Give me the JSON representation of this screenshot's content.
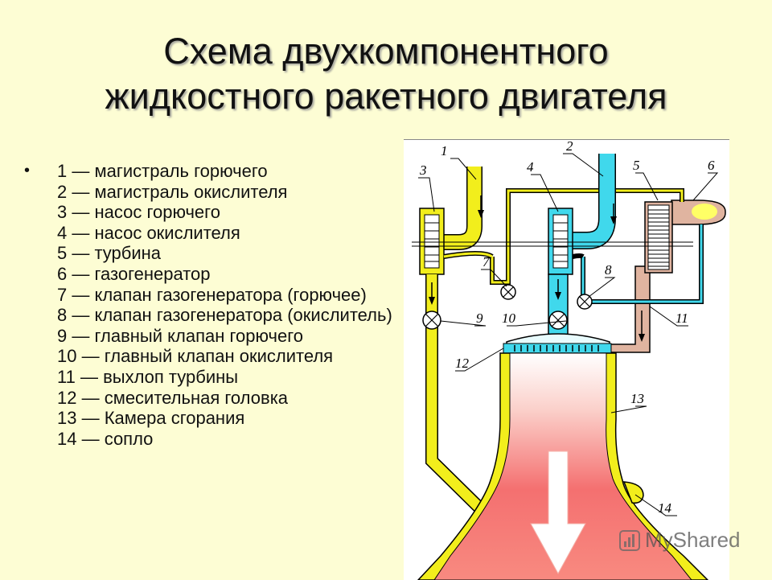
{
  "title": {
    "line1": "Схема двухкомпонентного",
    "line2": "жидкостного ракетного двигателя"
  },
  "legend": {
    "bullet": "•",
    "items": [
      "1 — магистраль горючего",
      "2 — магистраль окислителя",
      "3 — насос горючего",
      "4 — насос окислителя",
      "5 — турбина",
      "6 — газогенератор",
      "7 — клапан газогенератора (горючее)",
      "8 — клапан газогенератора (окислитель)",
      "9 — главный клапан горючего",
      "10 — главный клапан окислителя",
      "11 — выхлоп турбины",
      "12 — смесительная головка",
      "13 — Камера сгорания",
      "14 — сопло"
    ]
  },
  "diagram": {
    "labels": [
      "1",
      "2",
      "3",
      "4",
      "5",
      "6",
      "7",
      "8",
      "9",
      "10",
      "11",
      "12",
      "13",
      "14"
    ],
    "colors": {
      "fuel": "#f2ee1c",
      "oxidizer": "#40d8ec",
      "turbine_gas": "#e0b4a0",
      "flame": "#f47070",
      "flame_light": "#fde6e3",
      "outline": "#000000"
    }
  },
  "watermark": {
    "text": "MyShared",
    "icon": "chart-bars-icon"
  }
}
